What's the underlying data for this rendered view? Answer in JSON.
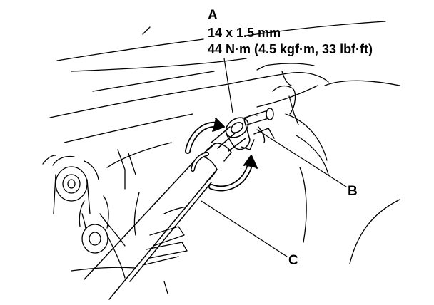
{
  "callouts": {
    "a": {
      "letter": "A",
      "thread_size": "14 x 1.5 mm",
      "torque": "44 N·m (4.5 kgf·m, 33 lbf·ft)"
    },
    "b": {
      "letter": "B"
    },
    "c": {
      "letter": "C"
    }
  },
  "colors": {
    "line": "#000000",
    "background": "#ffffff"
  },
  "icons": {
    "rotation": "curved-arrow-icon"
  }
}
